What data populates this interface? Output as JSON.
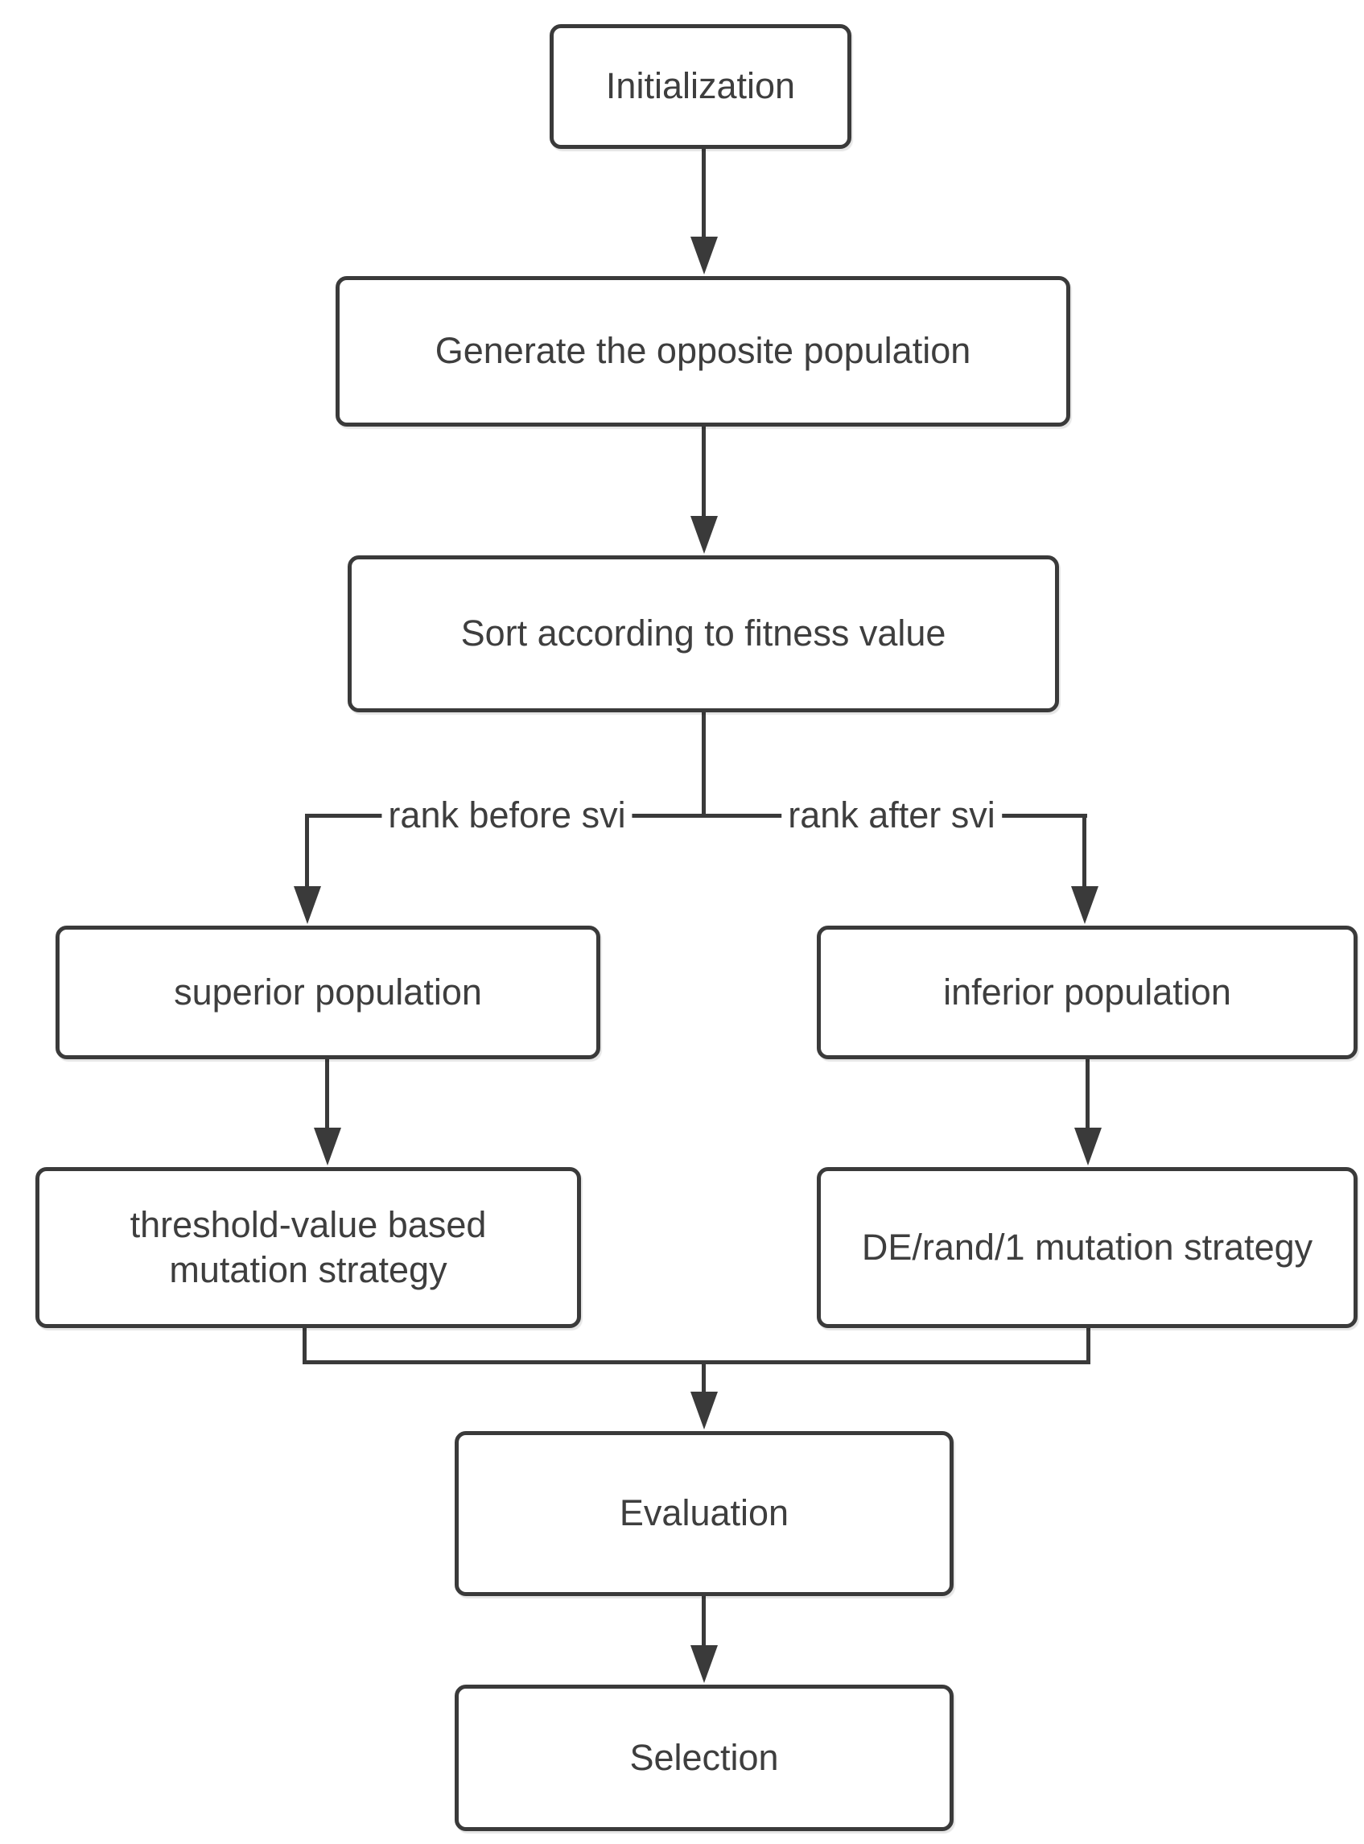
{
  "diagram": {
    "type": "flowchart",
    "background_color": "#ffffff",
    "line_color": "#3a3a3a",
    "text_color": "#3e3e3e",
    "node_fill": "#ffffff",
    "nodes": [
      {
        "id": "initialization",
        "label": "Initialization"
      },
      {
        "id": "generate-opposite",
        "label": "Generate the opposite population"
      },
      {
        "id": "sort-fitness",
        "label": "Sort according to fitness value"
      },
      {
        "id": "superior-population",
        "label": "superior population"
      },
      {
        "id": "inferior-population",
        "label": "inferior population"
      },
      {
        "id": "threshold-mutation",
        "label": "threshold-value based mutation strategy"
      },
      {
        "id": "de-rand-1-mutation",
        "label": "DE/rand/1 mutation strategy"
      },
      {
        "id": "evaluation",
        "label": "Evaluation"
      },
      {
        "id": "selection",
        "label": "Selection"
      }
    ],
    "edge_labels": [
      {
        "id": "rank-before-svi",
        "label": "rank before svi"
      },
      {
        "id": "rank-after-svi",
        "label": "rank after svi"
      }
    ]
  }
}
